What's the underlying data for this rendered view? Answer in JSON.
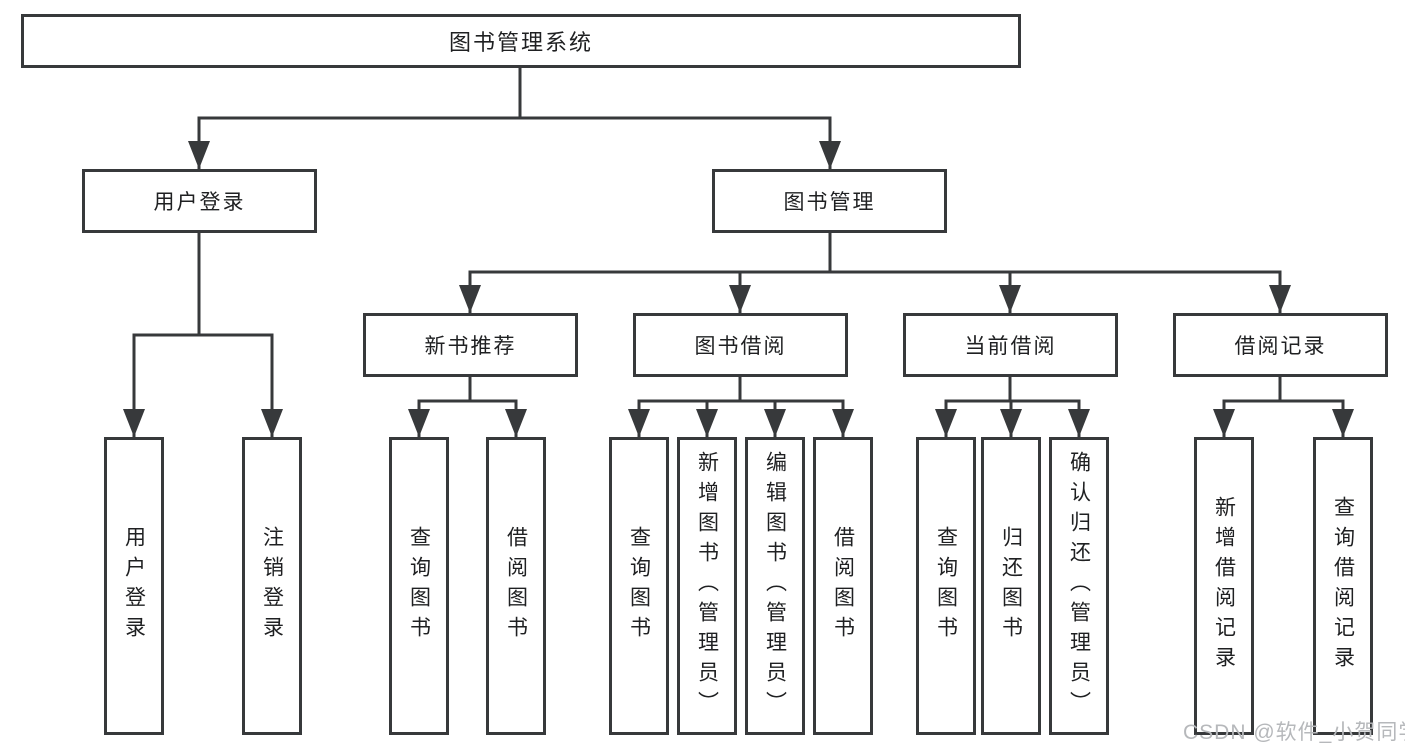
{
  "diagram_title": "图书管理系统",
  "tree": {
    "label": "图书管理系统",
    "children": [
      {
        "label": "用户登录",
        "children": [
          {
            "label": "用户登录"
          },
          {
            "label": "注销登录"
          }
        ]
      },
      {
        "label": "图书管理",
        "children": [
          {
            "label": "新书推荐",
            "children": [
              {
                "label": "查询图书"
              },
              {
                "label": "借阅图书"
              }
            ]
          },
          {
            "label": "图书借阅",
            "children": [
              {
                "label": "查询图书"
              },
              {
                "label": "新增图书（管理员）"
              },
              {
                "label": "编辑图书（管理员）"
              },
              {
                "label": "借阅图书"
              }
            ]
          },
          {
            "label": "当前借阅",
            "children": [
              {
                "label": "查询图书"
              },
              {
                "label": "归还图书"
              },
              {
                "label": "确认归还（管理员）"
              }
            ]
          },
          {
            "label": "借阅记录",
            "children": [
              {
                "label": "新增借阅记录"
              },
              {
                "label": "查询借阅记录"
              }
            ]
          }
        ]
      }
    ]
  },
  "watermark": {
    "text": "CSDN @软件_小贺同学"
  },
  "colors": {
    "line": "#37393b",
    "box_border": "#37393b",
    "text": "#1f2022",
    "background": "#ffffff",
    "watermark": "#b6b8bb"
  }
}
